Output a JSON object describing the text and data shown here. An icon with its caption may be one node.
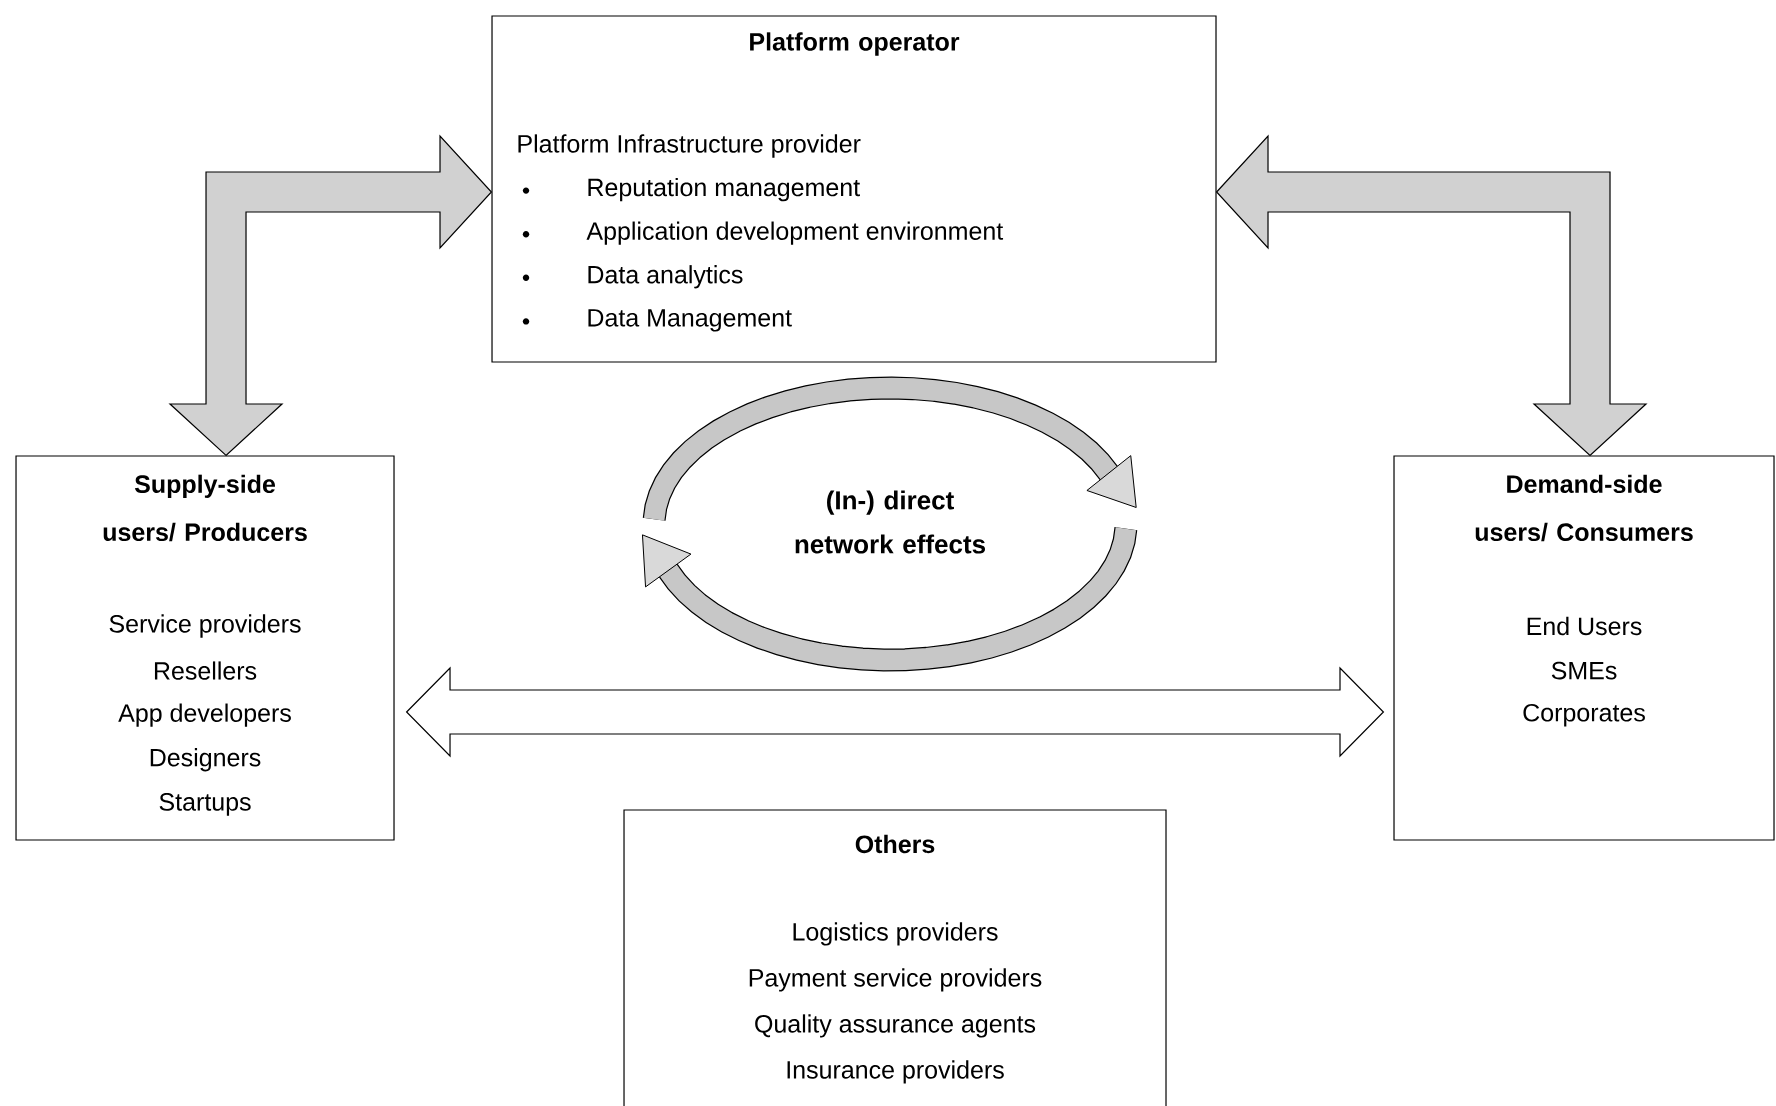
{
  "diagram": {
    "nodes": [
      {
        "text": [
          "Platform operator",
          "Platform Infrastructure provider",
          "Reputation management",
          "Application development environment",
          "Data analytics",
          "Data Management"
        ]
      },
      {
        "text": [
          "Supply-side users/ Producers",
          "Service providers",
          "Resellers",
          "App developers",
          "Designers",
          "Startups"
        ]
      },
      {
        "text": [
          "Demand-side users/ Consumers",
          "End Users",
          "SMEs",
          "Corporates"
        ]
      },
      {
        "text": [
          "Others",
          "Logistics providers",
          "Payment service providers",
          "Quality assurance agents",
          "Insurance providers"
        ]
      }
    ],
    "edges": [
      {
        "from": 1,
        "to": 0,
        "arrow": "both"
      },
      {
        "from": 0,
        "to": 2,
        "arrow": "both"
      },
      {
        "from": 1,
        "to": 2,
        "arrow": "both"
      }
    ],
    "labels": [
      "(In-) direct network effects"
    ]
  }
}
